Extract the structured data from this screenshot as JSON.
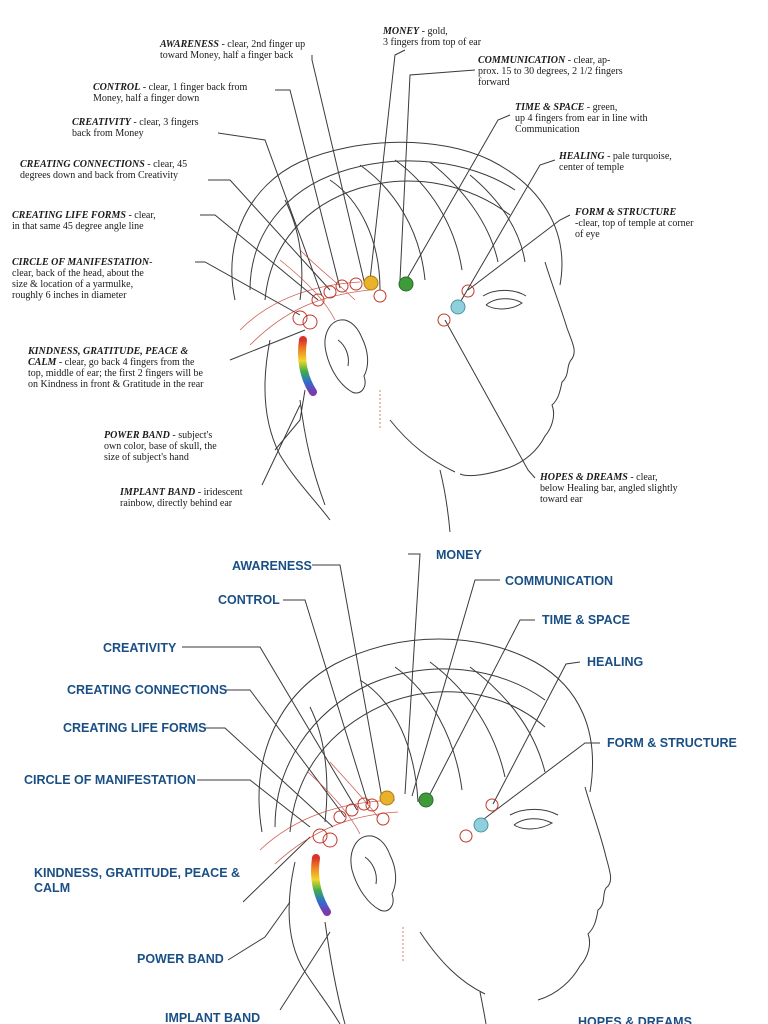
{
  "colors": {
    "label_blue": "#1a4f86",
    "line": "#3a3a3a",
    "red_line": "#c0392b",
    "money_gold": "#e9b22c",
    "communication_green": "#3f9a3a",
    "time_space_turquoise": "#8fd0dc"
  },
  "top_labels": {
    "awareness": {
      "name": "AWARENESS",
      "desc": " - clear, 2nd finger up\ntoward Money, half a finger back"
    },
    "money": {
      "name": "MONEY",
      "desc": " - gold,\n3 fingers from top of ear"
    },
    "communication": {
      "name": "COMMUNICATION",
      "desc": " - clear, ap-\nprox. 15 to 30 degrees, 2 1/2 fingers\nforward"
    },
    "control": {
      "name": "CONTROL",
      "desc": " - clear, 1 finger back from\nMoney, half a finger down"
    },
    "time_space": {
      "name": "TIME & SPACE",
      "desc": " - green,\nup 4 fingers from ear in line with\nCommunication"
    },
    "creativity": {
      "name": "CREATIVITY",
      "desc": " - clear, 3 fingers\nback from Money"
    },
    "healing": {
      "name": "HEALING",
      "desc": " - pale turquoise,\ncenter of temple"
    },
    "creating_connections": {
      "name": "CREATING CONNECTIONS",
      "desc": " - clear, 45\ndegrees down and back from Creativity"
    },
    "form_structure": {
      "name": "FORM & STRUCTURE",
      "desc": "\n-clear, top of temple at corner\nof eye"
    },
    "creating_life_forms": {
      "name": "CREATING LIFE FORMS",
      "desc": " - clear,\nin that same 45 degree angle line"
    },
    "circle_manifestation": {
      "name": "CIRCLE OF MANIFESTATION",
      "desc": "-\nclear, back of the head, about the\nsize & location of a yarmulke,\nroughly 6 inches in diameter"
    },
    "kindness": {
      "name": "KINDNESS, GRATITUDE, PEACE &\nCALM",
      "desc": " - clear, go back 4 fingers from the\ntop, middle of ear; the first 2 fingers will be\non Kindness in front & Gratitude in the rear"
    },
    "power_band": {
      "name": "POWER BAND",
      "desc": " - subject's\nown color, base of skull, the\nsize of subject's hand"
    },
    "implant_band": {
      "name": "IMPLANT BAND",
      "desc": " - iridescent\nrainbow, directly behind ear"
    },
    "hopes_dreams": {
      "name": "HOPES & DREAMS",
      "desc": " - clear,\nbelow Healing bar, angled slightly\ntoward ear"
    }
  },
  "bottom_labels": {
    "money": "MONEY",
    "awareness": "AWARENESS",
    "communication": "COMMUNICATION",
    "control": "CONTROL",
    "time_space": "TIME & SPACE",
    "creativity": "CREATIVITY",
    "healing": "HEALING",
    "creating_connections": "CREATING CONNECTIONS",
    "creating_life_forms": "CREATING LIFE FORMS",
    "form_structure": "FORM & STRUCTURE",
    "circle_manifestation": "CIRCLE OF MANIFESTATION",
    "kindness": "KINDNESS, GRATITUDE, PEACE &\nCALM",
    "power_band": "POWER BAND",
    "implant_band": "IMPLANT BAND",
    "hopes_dreams": "HOPES & DREAMS"
  }
}
